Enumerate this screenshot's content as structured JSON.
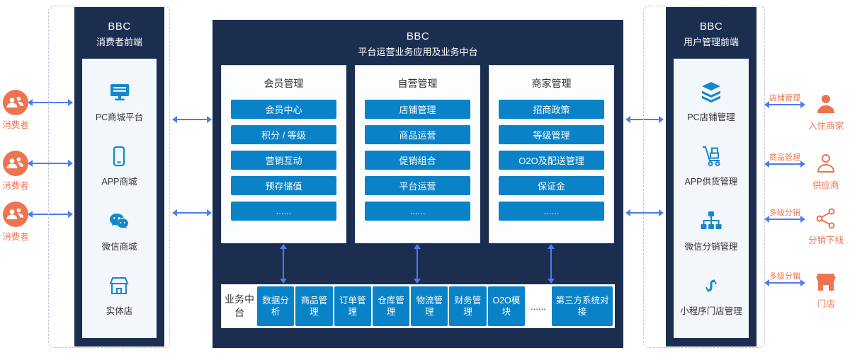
{
  "palette": {
    "navy": "#1c2e50",
    "button_blue": "#0a82c8",
    "icon_blue": "#1488cc",
    "orange": "#ee7350",
    "arrow_blue": "#4d7cf0"
  },
  "left_actors": [
    {
      "label": "消费者",
      "icon": "consumers-icon"
    },
    {
      "label": "消费者",
      "icon": "consumers-icon"
    },
    {
      "label": "消费者",
      "icon": "consumers-icon"
    }
  ],
  "left_panel": {
    "title": "BBC",
    "subtitle": "消费者前端",
    "items": [
      {
        "label": "PC商城平台",
        "icon": "monitor-icon"
      },
      {
        "label": "APP商城",
        "icon": "phone-icon"
      },
      {
        "label": "微信商城",
        "icon": "wechat-icon"
      },
      {
        "label": "实体店",
        "icon": "store-icon"
      }
    ]
  },
  "center_panel": {
    "title": "BBC",
    "subtitle": "平台运营业务应用及业务中台",
    "cards": [
      {
        "title": "会员管理",
        "buttons": [
          "会员中心",
          "积分 / 等级",
          "营销互动",
          "预存储值",
          "......"
        ]
      },
      {
        "title": "自营管理",
        "buttons": [
          "店铺管理",
          "商品运营",
          "促销组合",
          "平台运营",
          "......"
        ]
      },
      {
        "title": "商家管理",
        "buttons": [
          "招商政策",
          "等级管理",
          "O2O及配送管理",
          "保证金",
          "......"
        ]
      }
    ],
    "middle_platform": {
      "label": "业务中台",
      "modules": [
        "数据分析",
        "商品管理",
        "订单管理",
        "仓库管理",
        "物流管理",
        "财务管理",
        "O2O模块",
        "......",
        "第三方系统对接"
      ]
    }
  },
  "right_panel": {
    "title": "BBC",
    "subtitle": "用户管理前端",
    "items": [
      {
        "label": "PC店铺管理",
        "icon": "layers-icon"
      },
      {
        "label": "APP供货管理",
        "icon": "trolley-icon"
      },
      {
        "label": "微信分销管理",
        "icon": "network-icon"
      },
      {
        "label": "小程序门店管理",
        "icon": "miniprogram-icon"
      }
    ]
  },
  "right_actors": [
    {
      "arrow_label": "店铺管理",
      "label": "入住商家",
      "icon": "merchant-icon"
    },
    {
      "arrow_label": "商品管理",
      "label": "供应商",
      "icon": "supplier-icon"
    },
    {
      "arrow_label": "多级分销",
      "label": "分销下线",
      "icon": "distribution-icon"
    },
    {
      "arrow_label": "多级分销",
      "label": "门店",
      "icon": "shop-icon"
    }
  ]
}
